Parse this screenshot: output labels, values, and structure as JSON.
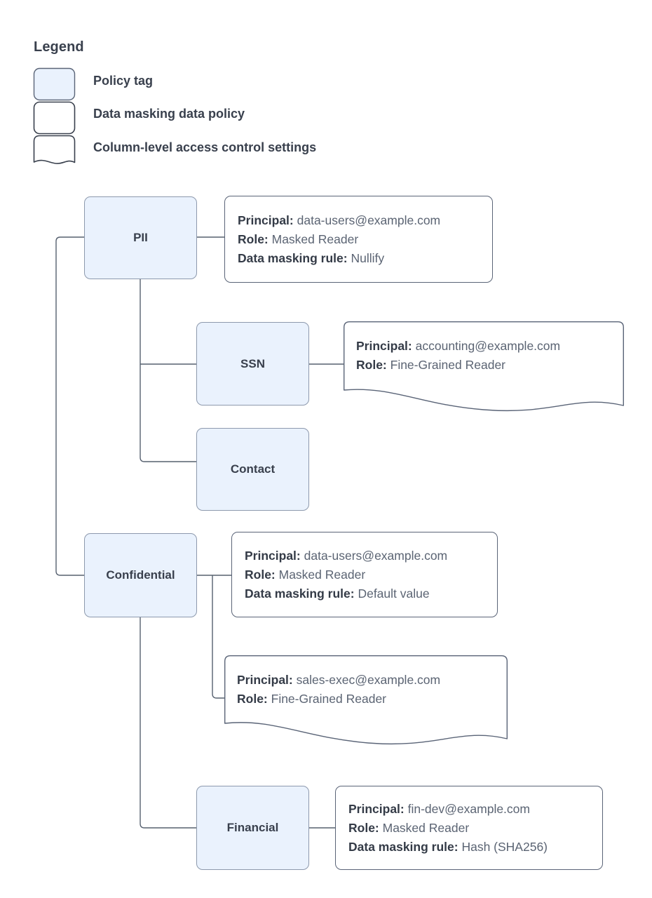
{
  "legend": {
    "title": "Legend",
    "items": [
      {
        "label": "Policy tag",
        "swatch": "filled-rounded-rect"
      },
      {
        "label": "Data masking data policy",
        "swatch": "outline-rounded-rect"
      },
      {
        "label": "Column-level access control settings",
        "swatch": "outline-wavy-bottom-rect"
      }
    ]
  },
  "colors": {
    "tag_fill": "#eaf2fd",
    "tag_border": "#8d99ad",
    "card_border": "#5a6477",
    "connector": "#56606f",
    "label_text": "#343b47",
    "value_text": "#5b6473"
  },
  "field_labels": {
    "principal": "Principal:",
    "role": "Role:",
    "data_masking_rule": "Data masking rule:"
  },
  "nodes": {
    "pii": {
      "label": "PII"
    },
    "ssn": {
      "label": "SSN"
    },
    "contact": {
      "label": "Contact"
    },
    "confidential": {
      "label": "Confidential"
    },
    "financial": {
      "label": "Financial"
    }
  },
  "policies": {
    "pii_masking": {
      "shape": "rect",
      "principal": "data-users@example.com",
      "role": "Masked Reader",
      "data_masking_rule": "Nullify"
    },
    "ssn_access": {
      "shape": "wavy",
      "principal": "accounting@example.com",
      "role": "Fine-Grained Reader"
    },
    "confidential_masking": {
      "shape": "rect",
      "principal": "data-users@example.com",
      "role": "Masked Reader",
      "data_masking_rule": "Default value"
    },
    "confidential_access": {
      "shape": "wavy",
      "principal": "sales-exec@example.com",
      "role": "Fine-Grained Reader"
    },
    "financial_masking": {
      "shape": "rect",
      "principal": "fin-dev@example.com",
      "role": "Masked Reader",
      "data_masking_rule": "Hash (SHA256)"
    }
  }
}
